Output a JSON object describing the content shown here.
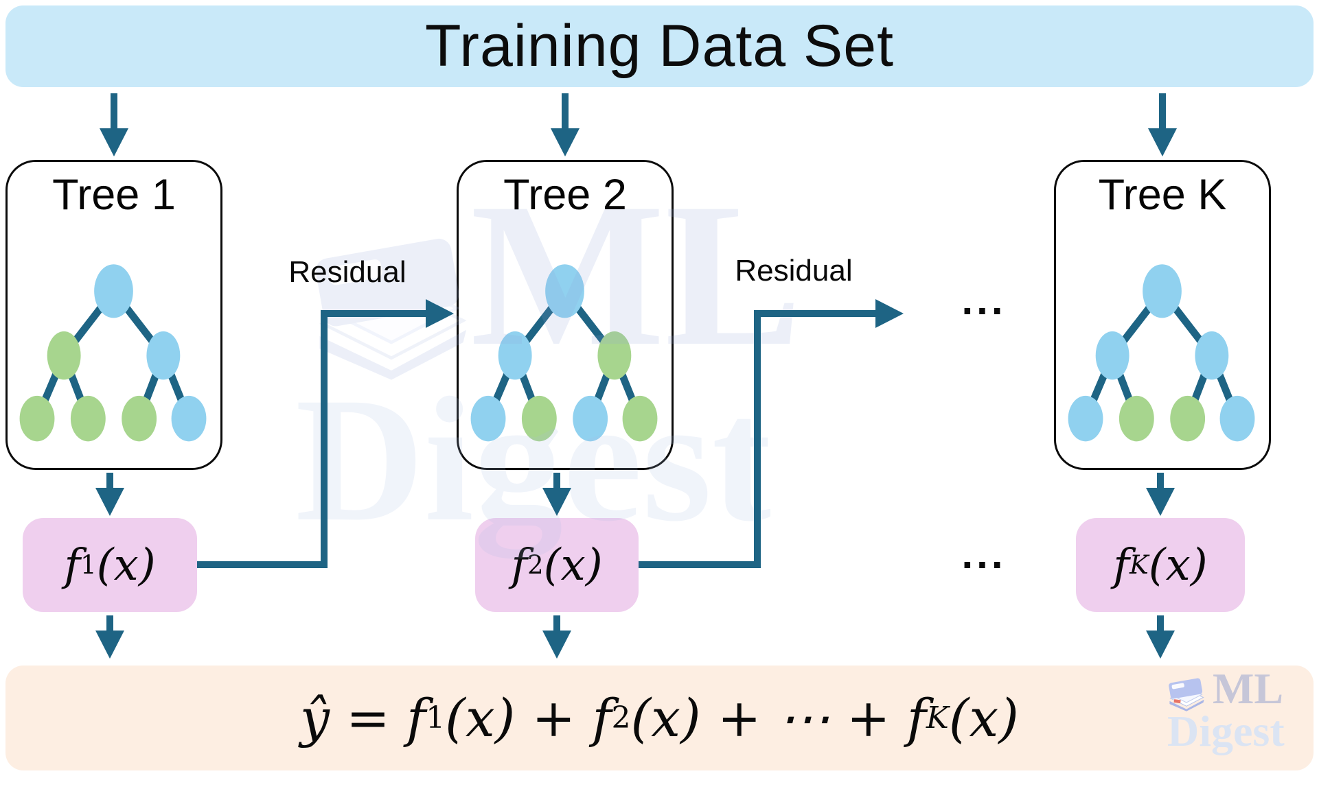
{
  "banner": {
    "title": "Training Data Set"
  },
  "trees": [
    {
      "title": "Tree 1",
      "nodes": [
        "blue",
        "green",
        "blue",
        "green",
        "green",
        "green",
        "blue"
      ]
    },
    {
      "title": "Tree 2",
      "nodes": [
        "blue",
        "blue",
        "green",
        "blue",
        "green",
        "blue",
        "green"
      ]
    },
    {
      "title": "Tree K",
      "nodes": [
        "blue",
        "blue",
        "blue",
        "blue",
        "green",
        "green",
        "blue"
      ]
    }
  ],
  "f_boxes": [
    {
      "base": "f",
      "sub": "1",
      "args": "(x)"
    },
    {
      "base": "f",
      "sub": "2",
      "args": "(x)"
    },
    {
      "base": "f",
      "sub": "K",
      "args": "(x)"
    }
  ],
  "labels": {
    "residual_1": "Residual",
    "residual_2": "Residual",
    "dots_top": "...",
    "dots_mid": "..."
  },
  "formula": {
    "segments": [
      {
        "text": "ŷ = "
      },
      {
        "text": "f"
      },
      {
        "sub": "1"
      },
      {
        "text": "(x) + "
      },
      {
        "text": "f"
      },
      {
        "sub": "2"
      },
      {
        "text": "(x) + ⋯ + "
      },
      {
        "text": "f"
      },
      {
        "sub": "K"
      },
      {
        "text": "(x)"
      }
    ]
  },
  "watermark": {
    "brand_top": "ML",
    "brand_bottom": "Digest"
  },
  "colors": {
    "arrow_teal": "#1e6484",
    "node_blue": "#90d1ef",
    "node_green": "#a7d58e",
    "banner_bg": "#c9e9f9",
    "fbox_bg": "#efcfee",
    "result_bg": "#fdeee2",
    "tree_border": "#0b0b0b",
    "watermark_gray": "#c6c6d8",
    "watermark_light": "#dbe4f3",
    "book_cover": "#b7c3ef",
    "bookmark_red": "#e8604f"
  }
}
